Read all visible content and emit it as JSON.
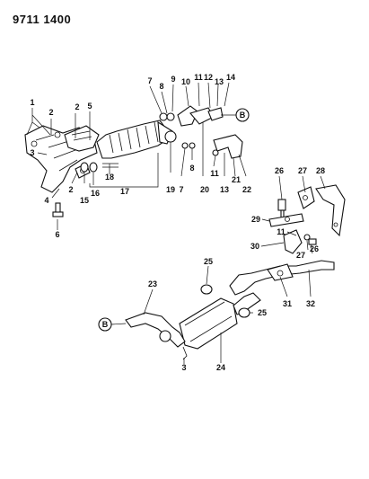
{
  "header": {
    "catalog_number": "9711 1400"
  },
  "callouts": {
    "c1": "1",
    "c2a": "2",
    "c2b": "2",
    "c2c": "2",
    "c3a": "3",
    "c3b": "3",
    "c4": "4",
    "c5": "5",
    "c6": "6",
    "c7a": "7",
    "c7b": "7",
    "c8a": "8",
    "c8b": "8",
    "c9": "9",
    "c10": "10",
    "c11a": "11",
    "c11b": "11",
    "c11c": "11",
    "c12": "12",
    "c13a": "13",
    "c13b": "13",
    "c14": "14",
    "c15": "15",
    "c16": "16",
    "c17": "17",
    "c18": "18",
    "c19": "19",
    "c20": "20",
    "c21": "21",
    "c22": "22",
    "c23": "23",
    "c24": "24",
    "c25a": "25",
    "c25b": "25",
    "c26a": "26",
    "c26b": "26",
    "c27a": "27",
    "c27b": "27",
    "c28": "28",
    "c29": "29",
    "c30": "30",
    "c31": "31",
    "c32": "32"
  },
  "connectors": {
    "b_upper": "B",
    "b_lower": "B"
  }
}
